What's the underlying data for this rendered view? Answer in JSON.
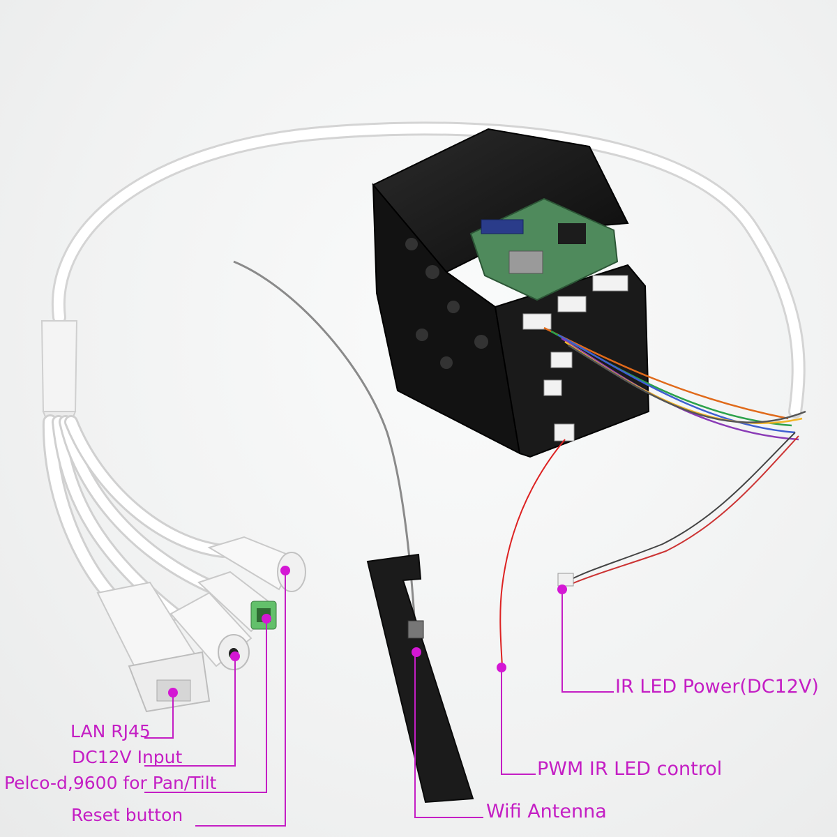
{
  "callouts": {
    "lan": "LAN RJ45",
    "dc_input": "DC12V Input",
    "pelco": "Pelco-d,9600 for Pan/Tilt",
    "reset": "Reset button",
    "wifi": "Wifi Antenna",
    "pwm": "PWM IR LED control",
    "ir_power": "IR LED Power(DC12V)"
  },
  "colors": {
    "callout": "#c41ec4",
    "cable": "#ffffff",
    "module_body": "#151515",
    "pcb": "#4f8a5c"
  }
}
